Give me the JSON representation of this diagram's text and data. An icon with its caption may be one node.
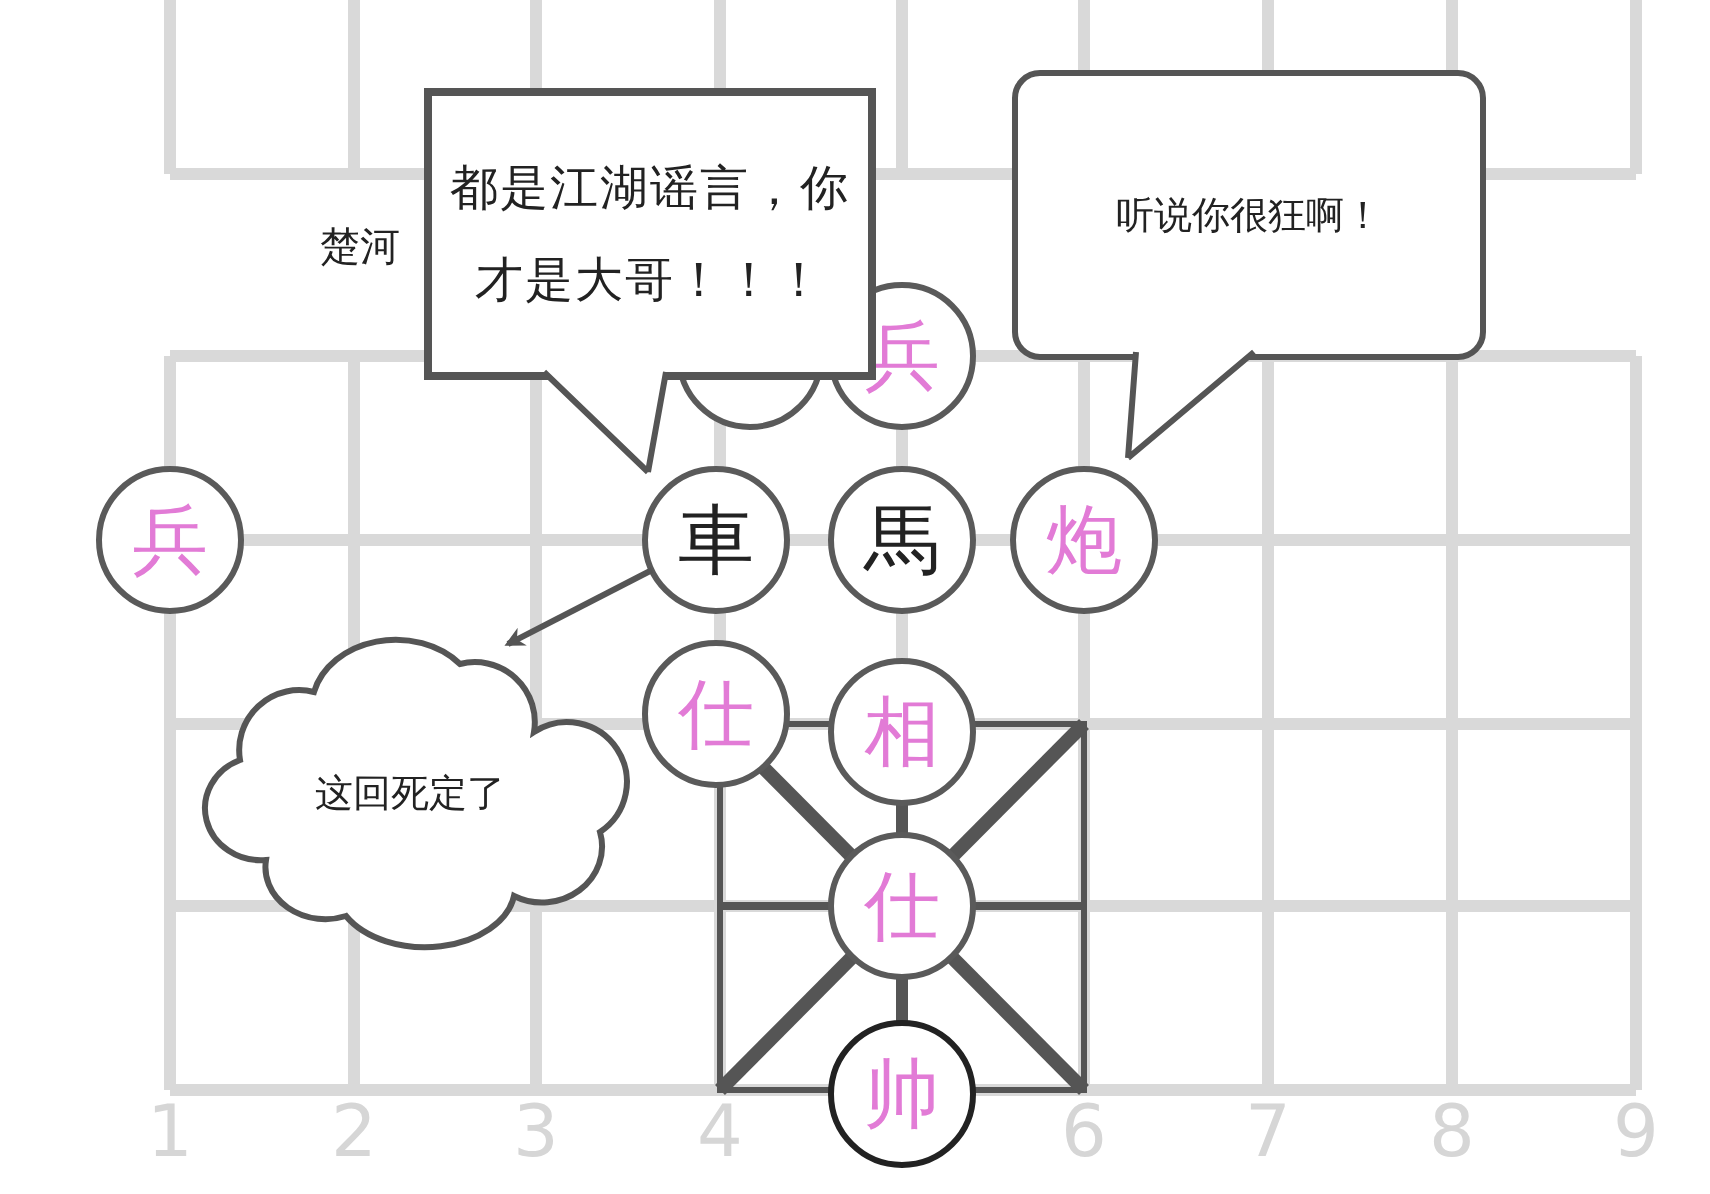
{
  "diagram": {
    "nodes": [
      {
        "text": [
          "兵"
        ]
      },
      {
        "text": [],
        "shape": "circle"
      },
      {
        "text": [
          "兵"
        ]
      },
      {
        "text": [
          "車"
        ]
      },
      {
        "text": [
          "馬"
        ]
      },
      {
        "text": [
          "炮"
        ]
      },
      {
        "text": [
          "仕"
        ]
      },
      {
        "text": [
          "相"
        ]
      },
      {
        "text": [
          "仕"
        ]
      },
      {
        "text": [
          "帅"
        ]
      },
      {
        "text": [
          "都是江湖谣言，你才是大哥！！！"
        ]
      },
      {
        "text": [
          "听说你很狂啊！"
        ]
      },
      {
        "text": [
          "这回死定了"
        ]
      }
    ],
    "edges": [
      {
        "from": 10,
        "to": 3,
        "arrow": "none"
      },
      {
        "from": 11,
        "to": 5,
        "arrow": "none"
      },
      {
        "from": 3,
        "to": 12,
        "arrow": "to"
      }
    ],
    "labels": [
      "楚河",
      "1",
      "2",
      "3",
      "4",
      "6",
      "7",
      "8",
      "9"
    ]
  }
}
